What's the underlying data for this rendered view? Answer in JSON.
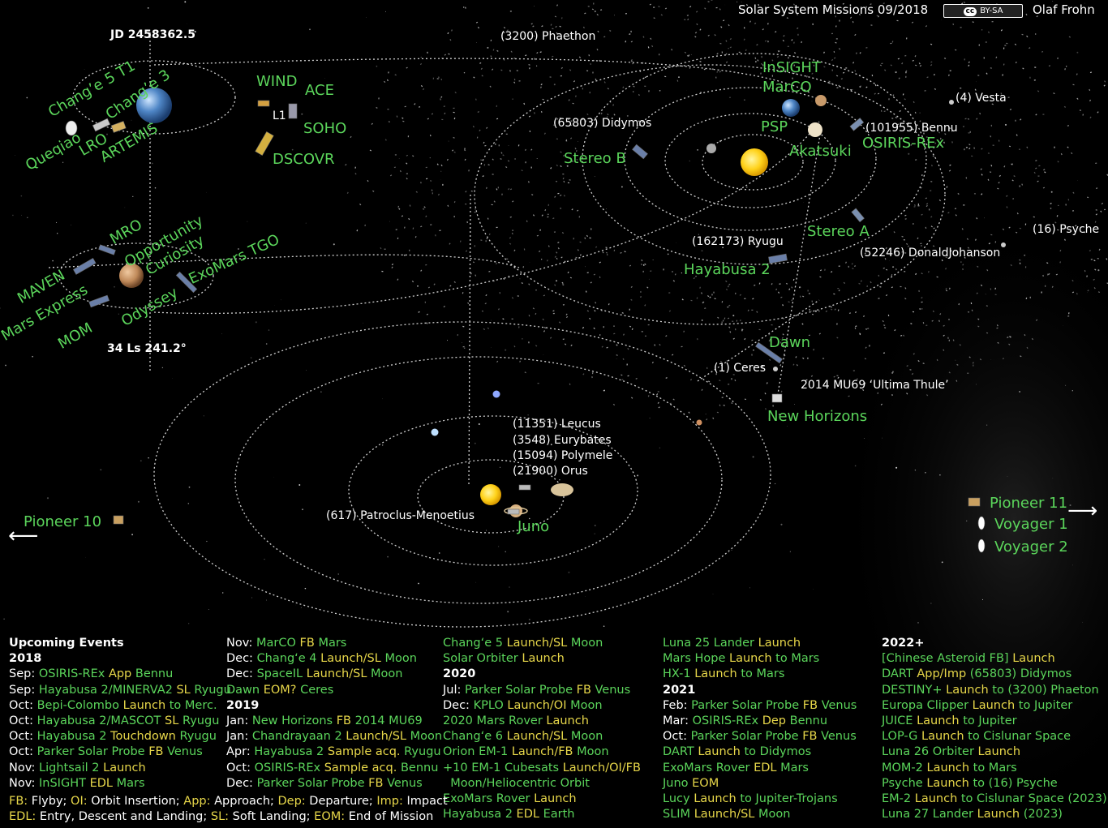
{
  "header": {
    "title": "Solar System Missions 09/2018",
    "license": "BY-SA",
    "license_icon": "cc",
    "author": "Olaf Frohn"
  },
  "labels": {
    "jd": "JD 2458362.5",
    "mars_ls": "34 Ls 241.2°",
    "l1": "L1",
    "phaethon": "(3200) Phaethon",
    "vesta": "(4) Vesta",
    "didymos": "(65803) Didymos",
    "bennu": "(101955) Bennu",
    "psyche": "(16) Psyche",
    "ryugu": "(162173) Ryugu",
    "donaldjohanson": "(52246) DonaldJohanson",
    "ceres": "(1) Ceres",
    "mu69": "2014 MU69 ‘Ultima Thule’",
    "leucus": "(11351) Leucus",
    "eurybates": "(3548) Eurybates",
    "polymele": "(15094) Polymele",
    "orus": "(21900) Orus",
    "patroclus": "(617) Patroclus-Menoetius"
  },
  "missions": {
    "change5t1": "Chang’e 5 T1",
    "change3": "Chang’e 3",
    "queqiao": "Queqiao",
    "lro": "LRO",
    "artemis": "ARTEMIS",
    "wind": "WIND",
    "ace": "ACE",
    "soho": "SOHO",
    "dscovr": "DSCOVR",
    "insight": "InSIGHT",
    "marco": "MarCO",
    "psp": "PSP",
    "akatsuki": "Akatsuki",
    "stereob": "Stereo B",
    "osirisrex": "OSIRIS-REx",
    "stereoa": "Stereo A",
    "hayabusa2": "Hayabusa 2",
    "mro": "MRO",
    "opportunity": "Opportunity",
    "curiosity": "Curiosity",
    "exomarstgo": "ExoMars TGO",
    "maven": "MAVEN",
    "marsexpress": "Mars Express",
    "odyssey": "Odyssey",
    "mom": "MOM",
    "dawn": "Dawn",
    "newhorizons": "New Horizons",
    "juno": "Juno",
    "pioneer10": "Pioneer 10",
    "pioneer11": "Pioneer 11",
    "voyager1": "Voyager 1",
    "voyager2": "Voyager 2"
  },
  "events": {
    "col1": [
      {
        "h": "Upcoming Events"
      },
      {
        "h": "2018"
      },
      {
        "p": "Sep: ",
        "a": "OSIRIS-REx ",
        "e": "App ",
        "b": "Bennu"
      },
      {
        "p": "Sep: ",
        "a": "Hayabusa 2/MINERVA2 ",
        "e": "SL ",
        "b": "Ryugu"
      },
      {
        "p": "Oct: ",
        "a": "Bepi-Colombo ",
        "e": "Launch ",
        "b": "to Merc."
      },
      {
        "p": "Oct: ",
        "a": "Hayabusa 2/MASCOT ",
        "e": "SL ",
        "b": "Ryugu"
      },
      {
        "p": "Oct: ",
        "a": "Hayabusa 2 ",
        "e": "Touchdown ",
        "b": "Ryugu"
      },
      {
        "p": "Oct: ",
        "a": "Parker Solar Probe ",
        "e": "FB ",
        "b": "Venus"
      },
      {
        "p": "Nov: ",
        "a": "Lightsail 2 ",
        "e": "Launch ",
        "b": ""
      },
      {
        "p": "Nov: ",
        "a": "InSIGHT ",
        "e": "EDL ",
        "b": "Mars"
      }
    ],
    "col2": [
      {
        "p": "Nov: ",
        "a": "MarCO ",
        "e": "FB ",
        "b": "Mars"
      },
      {
        "p": "Dec: ",
        "a": "Chang‘e 4 ",
        "e": "Launch/SL ",
        "b": "Moon"
      },
      {
        "p": "Dec: ",
        "a": "SpaceIL ",
        "e": "Launch/SL ",
        "b": "Moon"
      },
      {
        "p": "",
        "a": "Dawn ",
        "e": "EOM? ",
        "b": "Ceres"
      },
      {
        "h": "2019"
      },
      {
        "p": "Jan: ",
        "a": "New Horizons ",
        "e": "FB ",
        "b": "2014 MU69"
      },
      {
        "p": "Jan: ",
        "a": "Chandrayaan 2 ",
        "e": "Launch/SL ",
        "b": "Moon"
      },
      {
        "p": "Apr: ",
        "a": "Hayabusa 2 ",
        "e": "Sample acq. ",
        "b": "Ryugu"
      },
      {
        "p": "Oct: ",
        "a": "OSIRIS-REx ",
        "e": "Sample acq. ",
        "b": "Bennu"
      },
      {
        "p": "Dec: ",
        "a": "Parker Solar Probe ",
        "e": "FB ",
        "b": "Venus"
      }
    ],
    "col3": [
      {
        "p": "",
        "a": "Chang‘e 5 ",
        "e": "Launch/SL ",
        "b": "Moon"
      },
      {
        "p": "",
        "a": "Solar Orbiter ",
        "e": "Launch",
        "b": ""
      },
      {
        "h": "2020"
      },
      {
        "p": "Jul: ",
        "a": "Parker Solar Probe ",
        "e": "FB ",
        "b": "Venus"
      },
      {
        "p": "Dec: ",
        "a": "KPLO ",
        "e": "Launch/OI ",
        "b": "Moon"
      },
      {
        "p": "",
        "a": "2020 Mars Rover ",
        "e": "Launch",
        "b": ""
      },
      {
        "p": "",
        "a": "Chang‘e 6 ",
        "e": "Launch/SL ",
        "b": "Moon"
      },
      {
        "p": "",
        "a": "Orion EM-1 ",
        "e": "Launch/FB ",
        "b": "Moon"
      },
      {
        "p": "",
        "a": "+10 EM-1 Cubesats ",
        "e": "Launch/OI/FB",
        "b": ""
      },
      {
        "p": "",
        "a": "  Moon/Heliocentric Orbit",
        "e": "",
        "b": ""
      },
      {
        "p": "",
        "a": "ExoMars Rover ",
        "e": "Launch",
        "b": ""
      },
      {
        "p": "",
        "a": "Hayabusa 2 ",
        "e": "EDL ",
        "b": "Earth"
      }
    ],
    "col4": [
      {
        "p": "",
        "a": "Luna 25 Lander ",
        "e": "Launch",
        "b": ""
      },
      {
        "p": "",
        "a": "Mars Hope ",
        "e": "Launch ",
        "b": "to Mars"
      },
      {
        "p": "",
        "a": "HX-1 ",
        "e": "Launch ",
        "b": "to Mars"
      },
      {
        "h": "2021"
      },
      {
        "p": "Feb: ",
        "a": "Parker Solar Probe ",
        "e": "FB ",
        "b": "Venus"
      },
      {
        "p": "Mar: ",
        "a": "OSIRIS-REx ",
        "e": "Dep ",
        "b": "Bennu"
      },
      {
        "p": "Oct: ",
        "a": "Parker Solar Probe ",
        "e": "FB ",
        "b": "Venus"
      },
      {
        "p": "",
        "a": "DART ",
        "e": "Launch ",
        "b": "to Didymos"
      },
      {
        "p": "",
        "a": "ExoMars Rover ",
        "e": "EDL ",
        "b": "Mars"
      },
      {
        "p": "",
        "a": "Juno ",
        "e": "EOM",
        "b": ""
      },
      {
        "p": "",
        "a": "Lucy ",
        "e": "Launch ",
        "b": "to Jupiter-Trojans"
      },
      {
        "p": "",
        "a": "SLIM ",
        "e": "Launch/SL ",
        "b": "Moon"
      }
    ],
    "col5": [
      {
        "h": "2022+"
      },
      {
        "p": "",
        "a": "[Chinese Asteroid FB] ",
        "e": "Launch",
        "b": ""
      },
      {
        "p": "",
        "a": "DART ",
        "e": "App/Imp ",
        "b": "(65803) Didymos"
      },
      {
        "p": "",
        "a": "DESTINY+ ",
        "e": "Launch ",
        "b": "to (3200) Phaeton"
      },
      {
        "p": "",
        "a": "Europa Clipper ",
        "e": "Launch ",
        "b": "to Jupiter"
      },
      {
        "p": "",
        "a": "JUICE ",
        "e": "Launch ",
        "b": "to Jupiter"
      },
      {
        "p": "",
        "a": "LOP-G ",
        "e": "Launch ",
        "b": "to Cislunar Space"
      },
      {
        "p": "",
        "a": "Luna 26 Orbiter ",
        "e": "Launch",
        "b": ""
      },
      {
        "p": "",
        "a": "MOM-2 ",
        "e": "Launch ",
        "b": "to Mars"
      },
      {
        "p": "",
        "a": "Psyche ",
        "e": "Launch ",
        "b": "to (16) Psyche"
      },
      {
        "p": "",
        "a": "EM-2 ",
        "e": "Launch ",
        "b": "to Cislunar Space (2023)"
      },
      {
        "p": "",
        "a": "Luna 27 Lander ",
        "e": "Launch ",
        "b": "(2023)"
      }
    ]
  },
  "legend": {
    "line1": [
      [
        "FB:",
        " Flyby; "
      ],
      [
        "OI:",
        " Orbit Insertion; "
      ],
      [
        "App:",
        " Approach; "
      ],
      [
        "Dep:",
        " Departure; "
      ],
      [
        "Imp:",
        " Impact"
      ]
    ],
    "line2": [
      [
        "EDL:",
        " Entry, Descent and Landing; "
      ],
      [
        "SL:",
        " Soft Landing; "
      ],
      [
        "EOM:",
        " End of Mission"
      ]
    ]
  },
  "colors": {
    "mission": "#5bd55b",
    "event": "#e8d84a",
    "sun": "#ffd21a",
    "orbit": "#cfcfcf"
  }
}
